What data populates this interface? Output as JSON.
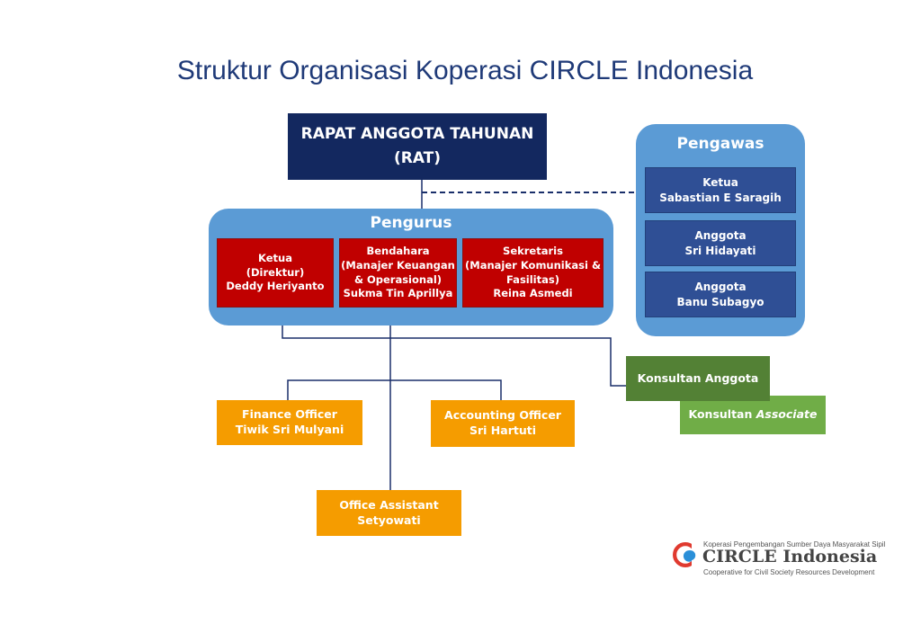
{
  "title": "Struktur Organisasi Koperasi CIRCLE Indonesia",
  "rat": {
    "line1": "RAPAT ANGGOTA TAHUNAN",
    "line2": "(RAT)"
  },
  "pengurus": {
    "title": "Pengurus",
    "members": [
      {
        "lines": [
          "Ketua",
          "(Direktur)",
          "Deddy Heriyanto"
        ]
      },
      {
        "lines": [
          "Bendahara",
          "(Manajer Keuangan",
          "& Operasional)",
          "Sukma Tin Aprillya"
        ]
      },
      {
        "lines": [
          "Sekretaris",
          "(Manajer Komunikasi &",
          "Fasilitas)",
          "Reina Asmedi"
        ]
      }
    ]
  },
  "pengawas": {
    "title": "Pengawas",
    "members": [
      {
        "role": "Ketua",
        "name": "Sabastian E Saragih"
      },
      {
        "role": "Anggota",
        "name": "Sri Hidayati"
      },
      {
        "role": "Anggota",
        "name": "Banu Subagyo"
      }
    ]
  },
  "staff": {
    "finance": {
      "role": "Finance Officer",
      "name": "Tiwik Sri Mulyani"
    },
    "accounting": {
      "role": "Accounting Officer",
      "name": "Sri Hartuti"
    },
    "office": {
      "role": "Office Assistant",
      "name": "Setyowati"
    }
  },
  "konsultan": {
    "anggota": "Konsultan Anggota",
    "associate_prefix": "Konsultan ",
    "associate_italic": "Associate"
  },
  "logo": {
    "tagline_top": "Koperasi Pengembangan Sumber Daya Masyarakat Sipil",
    "name": "CIRCLE Indonesia",
    "tagline_bottom": "Cooperative for Civil Society Resources Development"
  },
  "colors": {
    "title": "#1f3a78",
    "rat": "#13285f",
    "panel": "#5b9bd5",
    "pengurus_box": "#c00000",
    "pengawas_box": "#2f4f95",
    "staff_box": "#f59c00",
    "konsultan_anggota": "#538135",
    "konsultan_associate": "#70ad47",
    "logo_accent": "#e03a2f"
  }
}
